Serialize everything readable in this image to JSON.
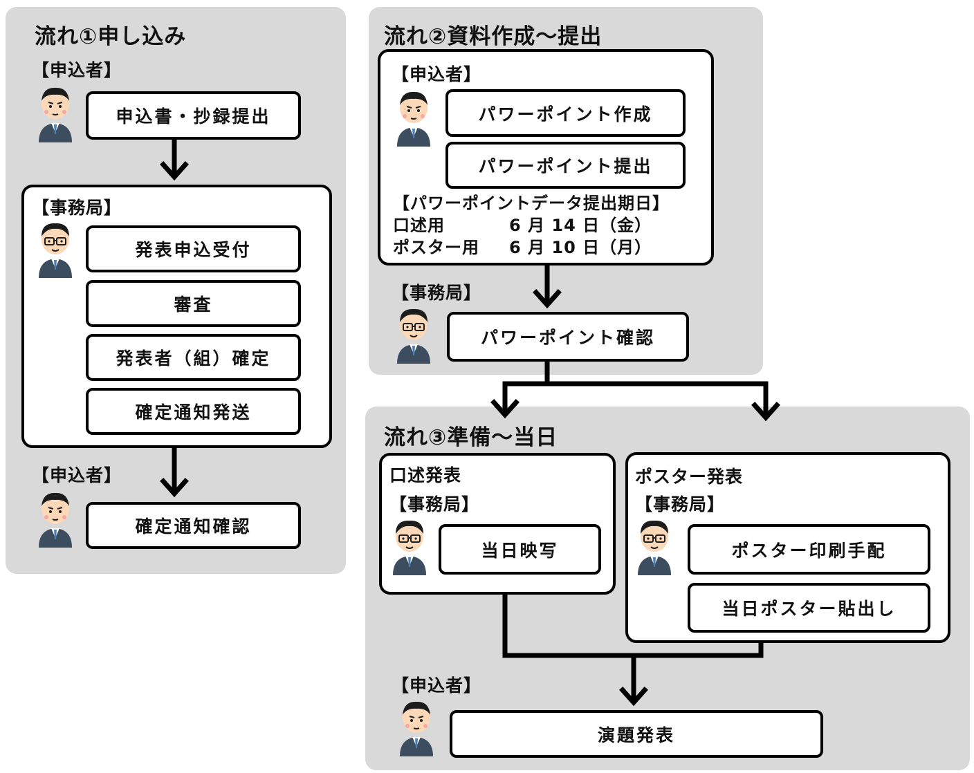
{
  "flow1": {
    "title": "流れ①申し込み",
    "applicant_label": "【申込者】",
    "submit_box": "申込書・抄録提出",
    "office_label": "【事務局】",
    "office_steps": [
      "発表申込受付",
      "審査",
      "発表者（組）確定",
      "確定通知発送"
    ],
    "applicant_label_2": "【申込者】",
    "confirm_box": "確定通知確認"
  },
  "flow2": {
    "title": "流れ②資料作成～提出",
    "applicant_label": "【申込者】",
    "steps": [
      "パワーポイント作成",
      "パワーポイント提出"
    ],
    "deadline_title": "【パワーポイントデータ提出期日】",
    "deadlines": [
      {
        "type": "口述用",
        "date": "6 月 14 日（金）"
      },
      {
        "type": "ポスター用",
        "date": "6 月 10 日（月）"
      }
    ],
    "office_label": "【事務局】",
    "office_box": "パワーポイント確認"
  },
  "flow3": {
    "title": "流れ③準備～当日",
    "oral": {
      "heading": "口述発表",
      "office_label": "【事務局】",
      "box": "当日映写"
    },
    "poster": {
      "heading": "ポスター発表",
      "office_label": "【事務局】",
      "steps": [
        "ポスター印刷手配",
        "当日ポスター貼出し"
      ]
    },
    "applicant_label": "【申込者】",
    "final_box": "演題発表"
  },
  "icons": [
    "applicant-person-icon",
    "office-staff-icon"
  ],
  "colors": {
    "panel": "#d9d9d9",
    "stroke": "#000000",
    "skin": "#fbd8b8",
    "suit": "#3b4d5e",
    "hair": "#1c1c1c"
  }
}
